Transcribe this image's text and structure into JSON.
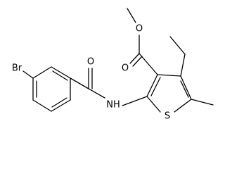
{
  "molecule": {
    "atoms": {
      "bromine": "Br",
      "carbonyl_oxygen_amide": "O",
      "amine": "NH",
      "sulfur": "S",
      "carbonyl_oxygen_ester": "O",
      "ester_oxygen": "O"
    },
    "colors": {
      "bond": "#000000",
      "background": "#ffffff"
    }
  }
}
